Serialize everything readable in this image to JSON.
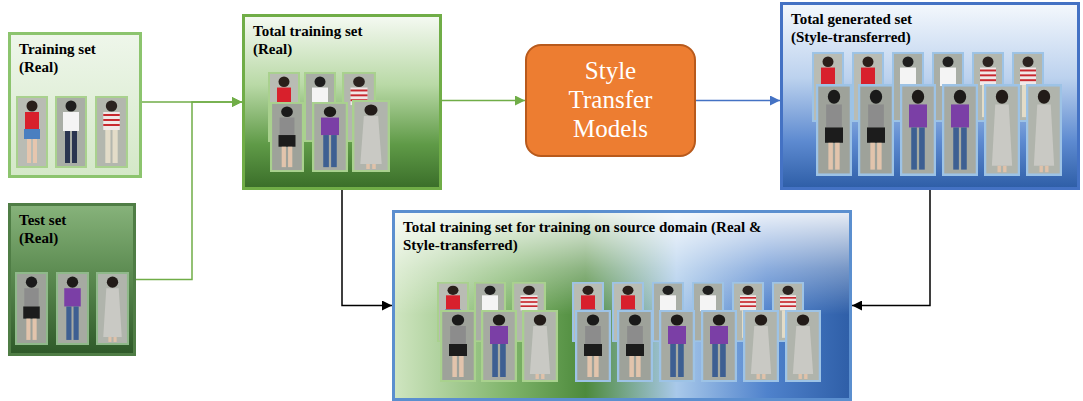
{
  "diagram": {
    "nodes": [
      {
        "text": [
          "Training set (Real)"
        ]
      },
      {
        "text": [
          "Test set (Real)"
        ]
      },
      {
        "text": [
          "Total training set (Real)"
        ]
      },
      {
        "text": [
          "Style Transfer Models"
        ]
      },
      {
        "text": [
          "Total generated set (Style-transferred)"
        ]
      },
      {
        "text": [
          "Total training set for training on source domain (Real & Style-transferred)"
        ]
      }
    ],
    "edges": [
      {
        "from": 0,
        "to": 2,
        "arrow": "to"
      },
      {
        "from": 1,
        "to": 2,
        "arrow": "to"
      },
      {
        "from": 2,
        "to": 3,
        "arrow": "to"
      },
      {
        "from": 3,
        "to": 4,
        "arrow": "to"
      },
      {
        "from": 2,
        "to": 5,
        "arrow": "to"
      },
      {
        "from": 4,
        "to": 5,
        "arrow": "to"
      }
    ]
  }
}
